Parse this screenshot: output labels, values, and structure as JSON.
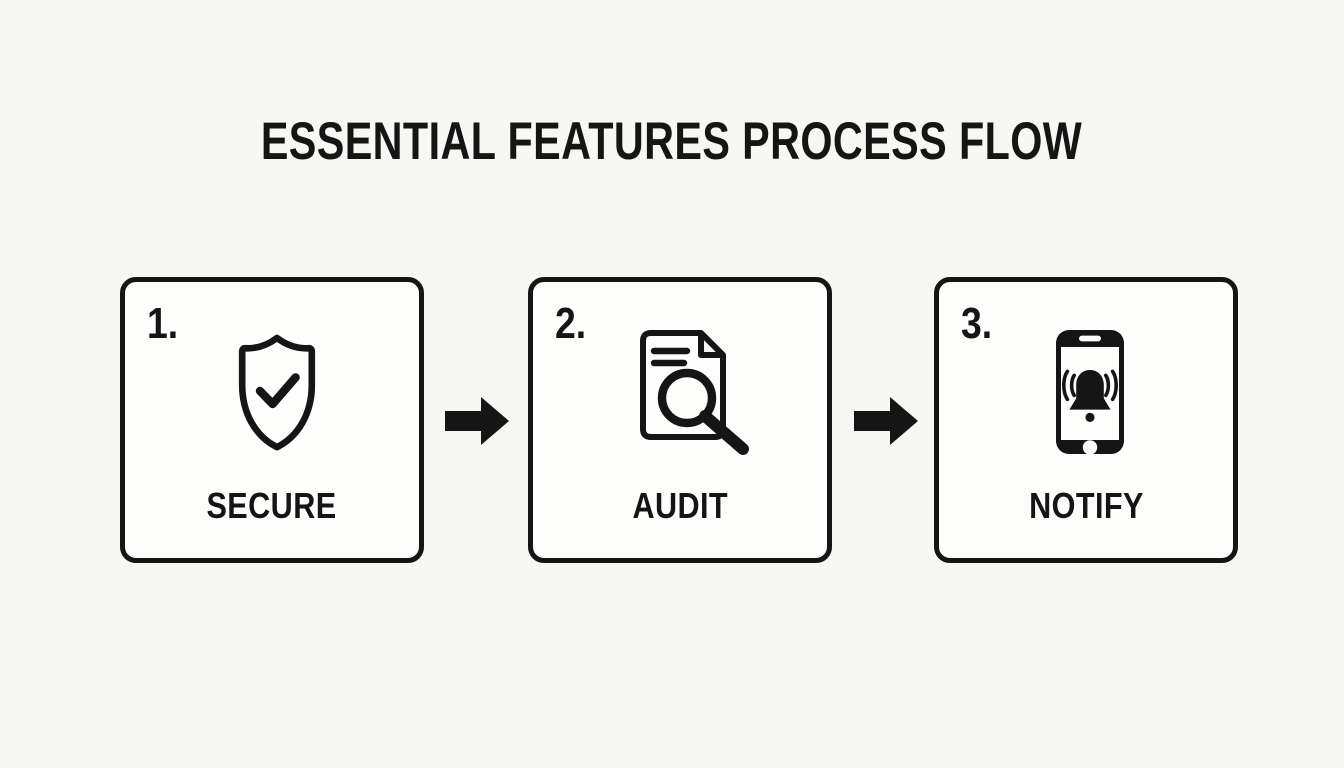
{
  "meta": {
    "background_color": "#f7f7f4",
    "ink_color": "#151515",
    "card_background_color": "#fdfdfb"
  },
  "title": {
    "text": "ESSENTIAL FEATURES PROCESS FLOW"
  },
  "steps": [
    {
      "number": "1.",
      "label": "SECURE",
      "icon": "shield-check-icon"
    },
    {
      "number": "2.",
      "label": "AUDIT",
      "icon": "document-search-icon"
    },
    {
      "number": "3.",
      "label": "NOTIFY",
      "icon": "phone-notification-icon"
    }
  ],
  "connectors": [
    {
      "icon": "arrow-right-icon"
    },
    {
      "icon": "arrow-right-icon"
    }
  ]
}
